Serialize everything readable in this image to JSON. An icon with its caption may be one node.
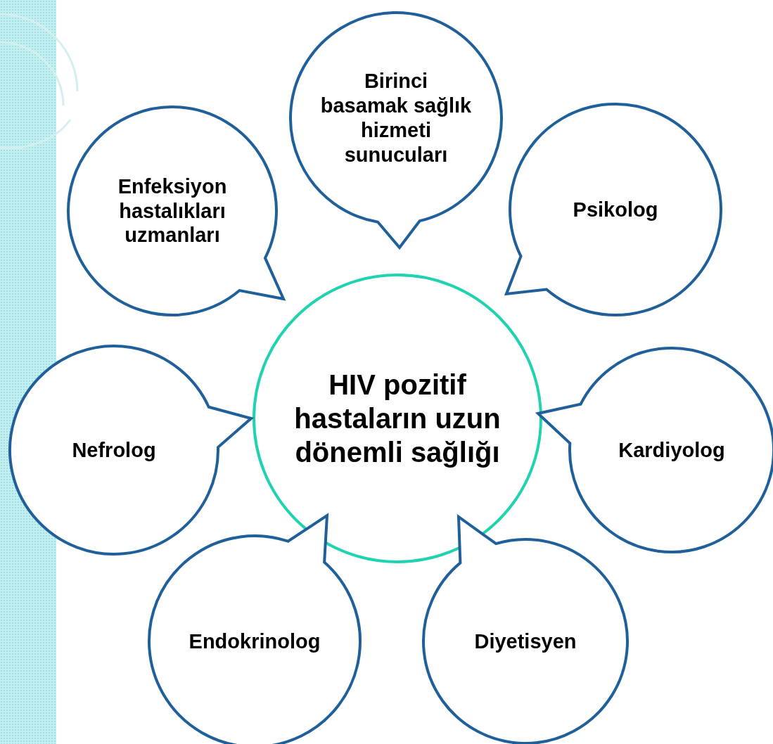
{
  "diagram": {
    "nodes": [
      {
        "text": [
          "Birinci basamak sağlık hizmeti sunucuları"
        ]
      },
      {
        "text": [
          "Enfeksiyon hastalıkları uzmanları"
        ]
      },
      {
        "text": [
          "Psikolog"
        ]
      },
      {
        "text": [
          "HIV pozitif hastaların uzun dönemli sağlığı"
        ]
      },
      {
        "text": [
          "Nefrolog"
        ]
      },
      {
        "text": [
          "Kardiyolog"
        ]
      },
      {
        "text": [
          "Endokrinolog"
        ]
      },
      {
        "text": [
          "Diyetisyen"
        ]
      }
    ]
  }
}
